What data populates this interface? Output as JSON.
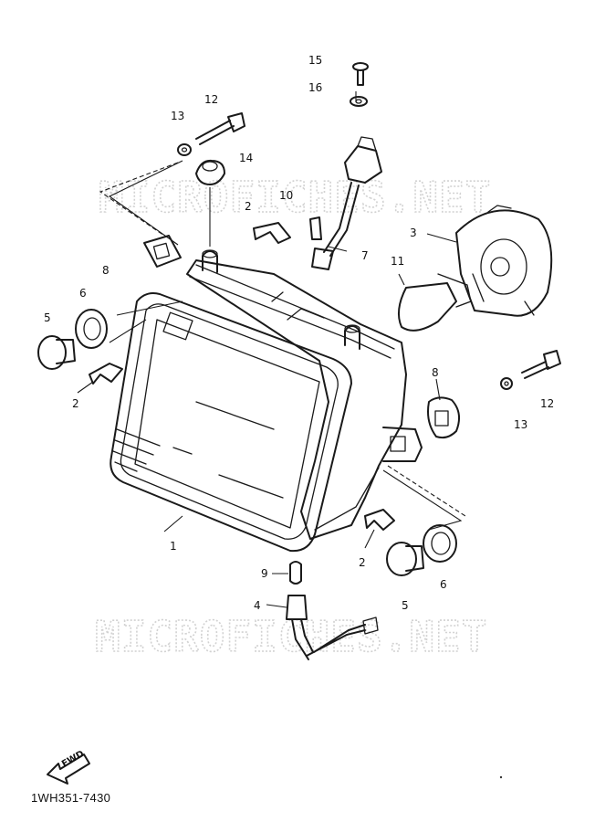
{
  "watermarks": [
    "MICROFICHES.NET",
    "MICROFICHES.NET"
  ],
  "diagram_code": "1WH351-7430",
  "direction_label": "FWD",
  "callouts": [
    {
      "num": "1"
    },
    {
      "num": "2"
    },
    {
      "num": "2"
    },
    {
      "num": "2"
    },
    {
      "num": "3"
    },
    {
      "num": "4"
    },
    {
      "num": "5"
    },
    {
      "num": "5"
    },
    {
      "num": "6"
    },
    {
      "num": "6"
    },
    {
      "num": "7"
    },
    {
      "num": "8"
    },
    {
      "num": "8"
    },
    {
      "num": "9"
    },
    {
      "num": "10"
    },
    {
      "num": "11"
    },
    {
      "num": "12"
    },
    {
      "num": "12"
    },
    {
      "num": "13"
    },
    {
      "num": "13"
    },
    {
      "num": "14"
    },
    {
      "num": "15"
    },
    {
      "num": "16"
    }
  ]
}
